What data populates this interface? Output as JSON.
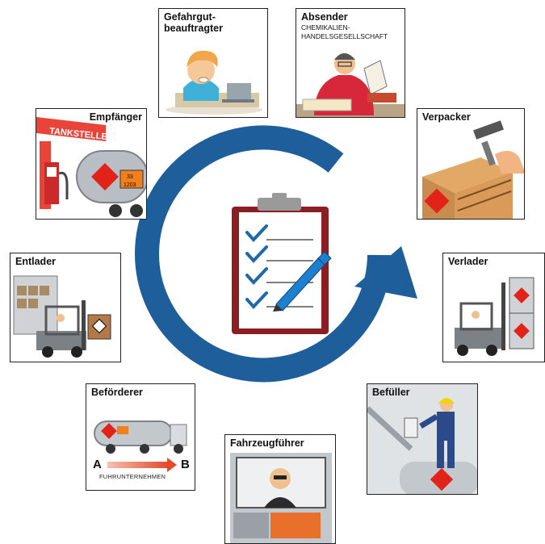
{
  "center": {
    "icon": "clipboard-checklist-icon"
  },
  "cards": {
    "gefahrgutbeauftragter": {
      "title": "Gefahrgut-\nbeauftragter"
    },
    "absender": {
      "title": "Absender",
      "subtitle": "CHEMIKALIEN-\nHANDELSGESELLSCHAFT"
    },
    "empfaenger": {
      "title": "Empfänger",
      "sign": "TANKSTELLE",
      "plate_top": "33",
      "plate_bottom": "1203"
    },
    "verpacker": {
      "title": "Verpacker"
    },
    "entlader": {
      "title": "Entlader"
    },
    "verlader": {
      "title": "Verlader"
    },
    "befoerderer": {
      "title": "Beförderer",
      "label_a": "A",
      "label_b": "B",
      "caption": "FUHRUNTERNEHMEN"
    },
    "befueller": {
      "title": "Befüller"
    },
    "fahrzeugfuehrer": {
      "title": "Fahrzeugführer"
    }
  },
  "colors": {
    "cycle_arrow": "#1e5e9a",
    "hazard": "#e2231a",
    "clipboard_frame": "#8b1e22"
  }
}
